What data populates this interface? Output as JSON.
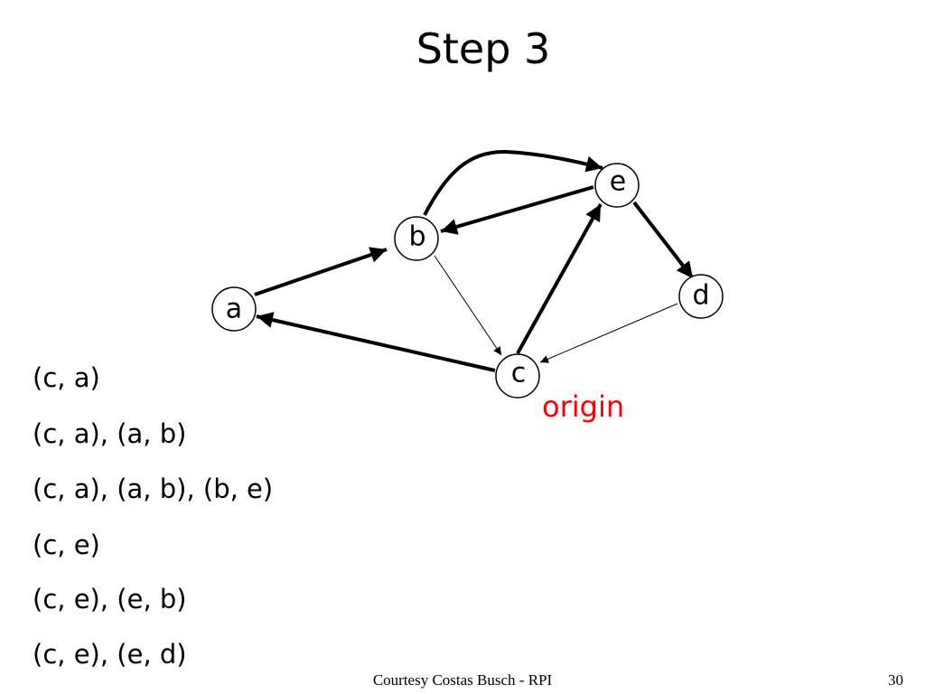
{
  "slide": {
    "title": "Step 3",
    "footer_credit": "Courtesy Costas Busch - RPI",
    "page_number": "30"
  },
  "graph": {
    "nodes": [
      {
        "id": "a",
        "label": "a"
      },
      {
        "id": "b",
        "label": "b"
      },
      {
        "id": "c",
        "label": "c"
      },
      {
        "id": "d",
        "label": "d"
      },
      {
        "id": "e",
        "label": "e"
      }
    ],
    "edges": [
      {
        "from": "a",
        "to": "b",
        "emphasis": "bold"
      },
      {
        "from": "b",
        "to": "e",
        "emphasis": "bold"
      },
      {
        "from": "e",
        "to": "b",
        "emphasis": "bold"
      },
      {
        "from": "b",
        "to": "c",
        "emphasis": "thin"
      },
      {
        "from": "c",
        "to": "a",
        "emphasis": "bold"
      },
      {
        "from": "c",
        "to": "e",
        "emphasis": "bold"
      },
      {
        "from": "e",
        "to": "d",
        "emphasis": "bold"
      },
      {
        "from": "d",
        "to": "c",
        "emphasis": "thin"
      }
    ],
    "origin_label": "origin",
    "origin_color": "#ff0000"
  },
  "paths": [
    "(c, a)",
    "(c, a), (a, b)",
    "(c, a), (a, b), (b, e)",
    "(c, e)",
    "(c, e), (e, b)",
    "(c, e), (e, d)"
  ]
}
